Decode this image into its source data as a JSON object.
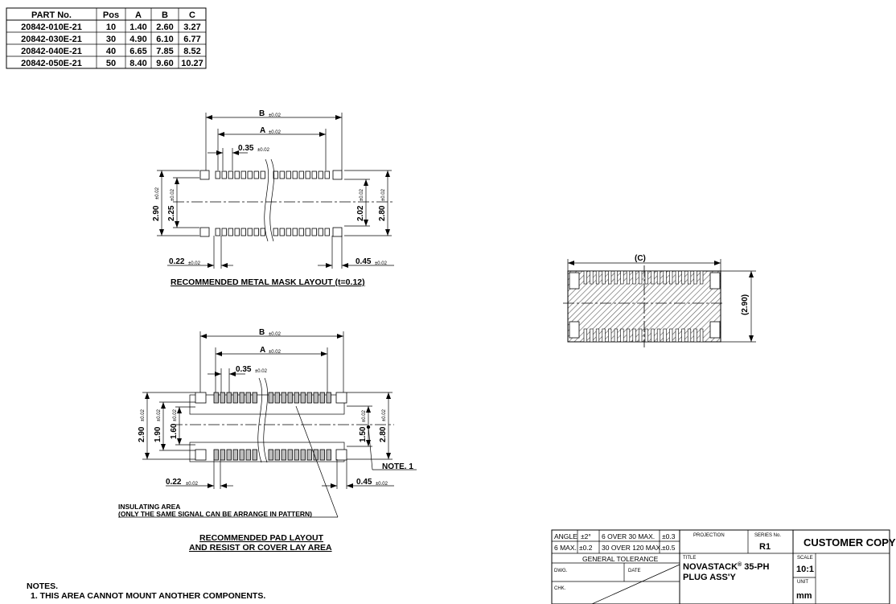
{
  "part_table": {
    "headers": [
      "PART No.",
      "Pos",
      "A",
      "B",
      "C"
    ],
    "rows": [
      [
        "20842-010E-21",
        "10",
        "1.40",
        "2.60",
        "3.27"
      ],
      [
        "20842-030E-21",
        "30",
        "4.90",
        "6.10",
        "6.77"
      ],
      [
        "20842-040E-21",
        "40",
        "6.65",
        "7.85",
        "8.52"
      ],
      [
        "20842-050E-21",
        "50",
        "8.40",
        "9.60",
        "10.27"
      ]
    ]
  },
  "mask_layout": {
    "dim_b": "B",
    "dim_b_tol": "±0.02",
    "dim_a": "A",
    "dim_a_tol": "±0.02",
    "pitch": "0.35",
    "pitch_tol": "±0.02",
    "h_outer": "2.90",
    "h_outer_tol": "±0.02",
    "h_inner": "2.25",
    "h_inner_tol": "±0.02",
    "h_right_inner": "2.02",
    "h_right_inner_tol": "±0.02",
    "h_right_outer": "2.80",
    "h_right_outer_tol": "±0.02",
    "pad_w": "0.22",
    "pad_w_tol": "±0.02",
    "end_w": "0.45",
    "end_w_tol": "±0.02",
    "caption": "RECOMMENDED METAL MASK LAYOUT (t=0.12)"
  },
  "pad_layout": {
    "dim_b": "B",
    "dim_b_tol": "±0.02",
    "dim_a": "A",
    "dim_a_tol": "±0.02",
    "pitch": "0.35",
    "pitch_tol": "±0.02",
    "h_outer": "2.90",
    "h_outer_tol": "±0.02",
    "h_mid": "1.90",
    "h_mid_tol": "±0.02",
    "h_inner": "1.60",
    "h_inner_tol": "±0.02",
    "h_right_inner": "1.50",
    "h_right_inner_tol": "±0.02",
    "h_right_outer": "2.80",
    "h_right_outer_tol": "±0.02",
    "pad_w": "0.22",
    "pad_w_tol": "±0.02",
    "end_w": "0.45",
    "end_w_tol": "±0.02",
    "note_ref": "NOTE. 1",
    "insulating_label": "INSULATING AREA",
    "insulating_note": "(ONLY THE SAME SIGNAL CAN BE ARRANGE IN PATTERN)",
    "caption_line1": "RECOMMENDED PAD LAYOUT",
    "caption_line2": "AND RESIST OR COVER LAY AREA"
  },
  "side_view": {
    "dim_c": "(C)",
    "dim_h": "(2.90)"
  },
  "notes": {
    "title": "NOTES.",
    "items": [
      "1. THIS AREA CANNOT MOUNT ANOTHER COMPONENTS."
    ]
  },
  "title_block": {
    "angle_label": "ANGLE",
    "angle_tol": "±2°",
    "over30": "6 OVER 30 MAX.",
    "over30_tol": "±0.3",
    "six_max": "6 MAX.",
    "six_max_tol": "±0.2",
    "over120": "30 OVER 120 MAX.",
    "over120_tol": "±0.5",
    "general_tol": "GENERAL TOLERANCE",
    "dwg": "DWG.",
    "date": "DATE",
    "chk": "CHK.",
    "projection": "PROJECTION",
    "series_label": "SERIES No.",
    "series": "R1",
    "title_label": "TITLE",
    "title_line1": "NOVASTACK",
    "title_reg": "®",
    "title_line1b": " 35-PH",
    "title_line2": "PLUG ASS'Y",
    "scale_label": "SCALE",
    "scale": "10:1",
    "unit_label": "UNIT",
    "unit": "mm",
    "copy": "CUSTOMER COPY"
  }
}
